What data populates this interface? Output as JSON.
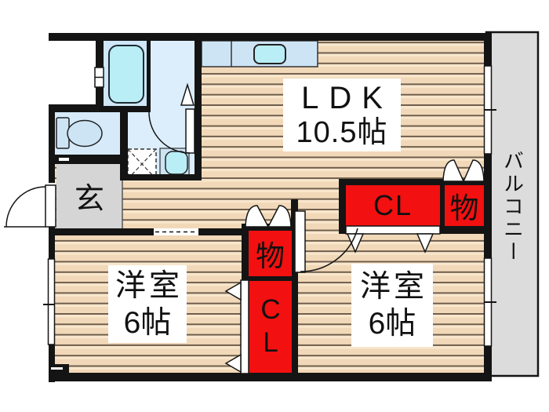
{
  "floorplan": {
    "ldk": {
      "name": "LDK",
      "size": "10.5帖"
    },
    "bedroom_left": {
      "name": "洋室",
      "size": "6帖"
    },
    "bedroom_right": {
      "name": "洋室",
      "size": "6帖"
    },
    "entrance": {
      "label": "玄"
    },
    "balcony": {
      "label": "バルコニー"
    },
    "closet_main": {
      "label": "CL"
    },
    "storage_main": {
      "label": "物"
    },
    "storage_center": {
      "label": "物"
    },
    "closet_center": {
      "label": "CL"
    },
    "colors": {
      "wall": "#141414",
      "floor_base": "#f1d8b8",
      "floor_line": "#6e5d4c",
      "closet_red": "#f21010",
      "bath_blue": "#cfe7f8",
      "water_blue": "#dceefb",
      "fixture_cyan": "#b9eef6",
      "entrance_gray": "#d5d5d5",
      "balcony_gray": "#dcdcdc"
    }
  }
}
